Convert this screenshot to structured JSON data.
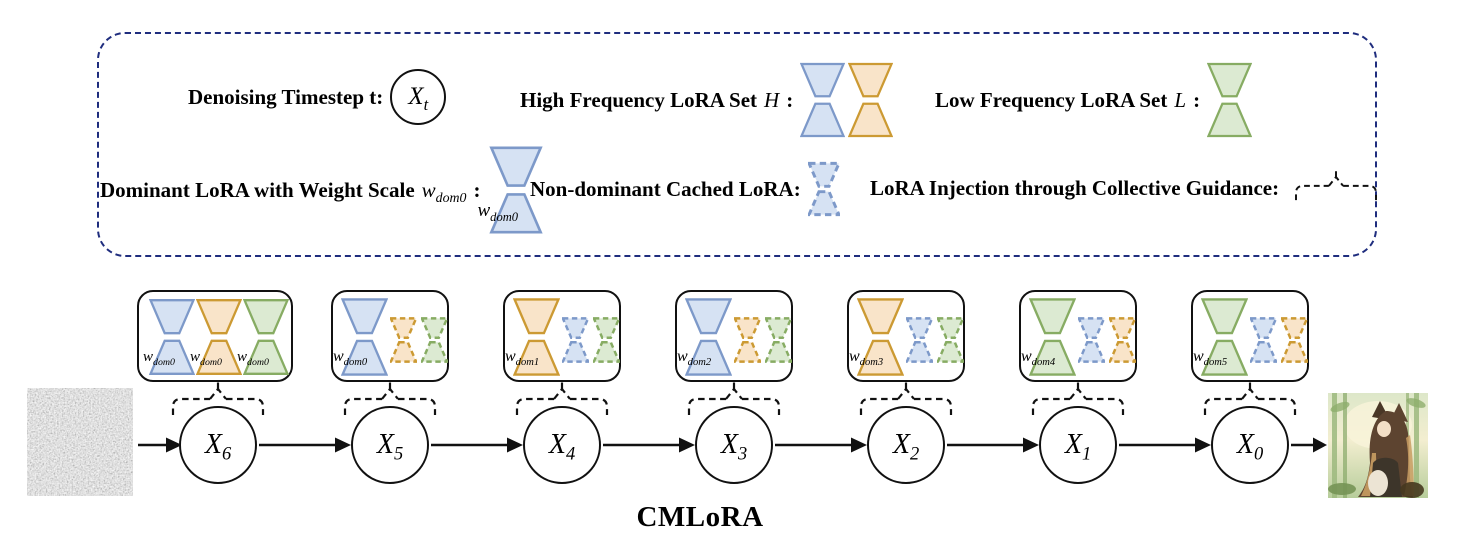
{
  "colors": {
    "legend_border": "#1f2d7e",
    "outline": "#111111",
    "blue_fill": "#d6e2f3",
    "blue_stroke": "#7d99c9",
    "orange_fill": "#f9e4c9",
    "orange_stroke": "#cc9a33",
    "green_fill": "#dcead2",
    "green_stroke": "#87ac63"
  },
  "legend": {
    "items": [
      {
        "id": "timestep",
        "label": "Denoising Timestep t:",
        "node": "X_t"
      },
      {
        "id": "high-freq",
        "label": "High Frequency LoRA Set",
        "math": "H",
        "suffix": ":",
        "symbols": [
          {
            "color": "blue",
            "style": "solid"
          },
          {
            "color": "orange",
            "style": "solid"
          }
        ]
      },
      {
        "id": "low-freq",
        "label": "Low Frequency LoRA Set",
        "math": "L",
        "suffix": ":",
        "symbols": [
          {
            "color": "green",
            "style": "solid"
          }
        ]
      },
      {
        "id": "dominant",
        "label": "Dominant LoRA with Weight Scale",
        "math": "w_dom0",
        "suffix": ":",
        "symbols": [
          {
            "color": "blue",
            "style": "solid"
          }
        ],
        "weight_label": "w_dom0"
      },
      {
        "id": "cached",
        "label": "Non-dominant Cached LoRA:",
        "symbols": [
          {
            "color": "blue",
            "style": "dashed"
          }
        ]
      },
      {
        "id": "injection",
        "label": "LoRA Injection through Collective Guidance:",
        "symbol": "dashed-brace"
      }
    ]
  },
  "flow": {
    "input_image": "gaussian-noise",
    "output_image": "anime-fox-girl-in-bamboo-forest",
    "steps": [
      {
        "state": "X_6",
        "loras": [
          {
            "color": "blue",
            "style": "solid",
            "weight": "w_dom0"
          },
          {
            "color": "orange",
            "style": "solid",
            "weight": "w_dom0"
          },
          {
            "color": "green",
            "style": "solid",
            "weight": "w_dom0"
          }
        ]
      },
      {
        "state": "X_5",
        "loras": [
          {
            "color": "blue",
            "style": "solid",
            "weight": "w_dom0"
          },
          {
            "color": "orange",
            "style": "dashed"
          },
          {
            "color": "green",
            "style": "dashed"
          }
        ]
      },
      {
        "state": "X_4",
        "loras": [
          {
            "color": "orange",
            "style": "solid",
            "weight": "w_dom1"
          },
          {
            "color": "blue",
            "style": "dashed"
          },
          {
            "color": "green",
            "style": "dashed"
          }
        ]
      },
      {
        "state": "X_3",
        "loras": [
          {
            "color": "blue",
            "style": "solid",
            "weight": "w_dom2"
          },
          {
            "color": "orange",
            "style": "dashed"
          },
          {
            "color": "green",
            "style": "dashed"
          }
        ]
      },
      {
        "state": "X_2",
        "loras": [
          {
            "color": "orange",
            "style": "solid",
            "weight": "w_dom3"
          },
          {
            "color": "blue",
            "style": "dashed"
          },
          {
            "color": "green",
            "style": "dashed"
          }
        ]
      },
      {
        "state": "X_1",
        "loras": [
          {
            "color": "green",
            "style": "solid",
            "weight": "w_dom4"
          },
          {
            "color": "blue",
            "style": "dashed"
          },
          {
            "color": "orange",
            "style": "dashed"
          }
        ]
      },
      {
        "state": "X_0",
        "loras": [
          {
            "color": "green",
            "style": "solid",
            "weight": "w_dom5"
          },
          {
            "color": "blue",
            "style": "dashed"
          },
          {
            "color": "orange",
            "style": "dashed"
          }
        ]
      }
    ]
  },
  "caption": "CMLoRA"
}
